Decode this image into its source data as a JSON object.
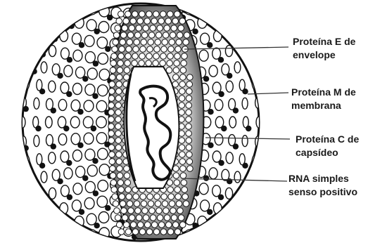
{
  "labels": [
    {
      "lines": [
        "Proteína E de",
        "envelope"
      ]
    },
    {
      "lines": [
        "Proteína M de",
        "membrana"
      ]
    },
    {
      "lines": [
        "Proteína C de",
        "capsídeo"
      ]
    },
    {
      "lines": [
        "RNA simples",
        "senso positivo"
      ]
    }
  ],
  "colors": {
    "ink": "#111111",
    "background": "#ffffff",
    "shade": "#555555"
  }
}
